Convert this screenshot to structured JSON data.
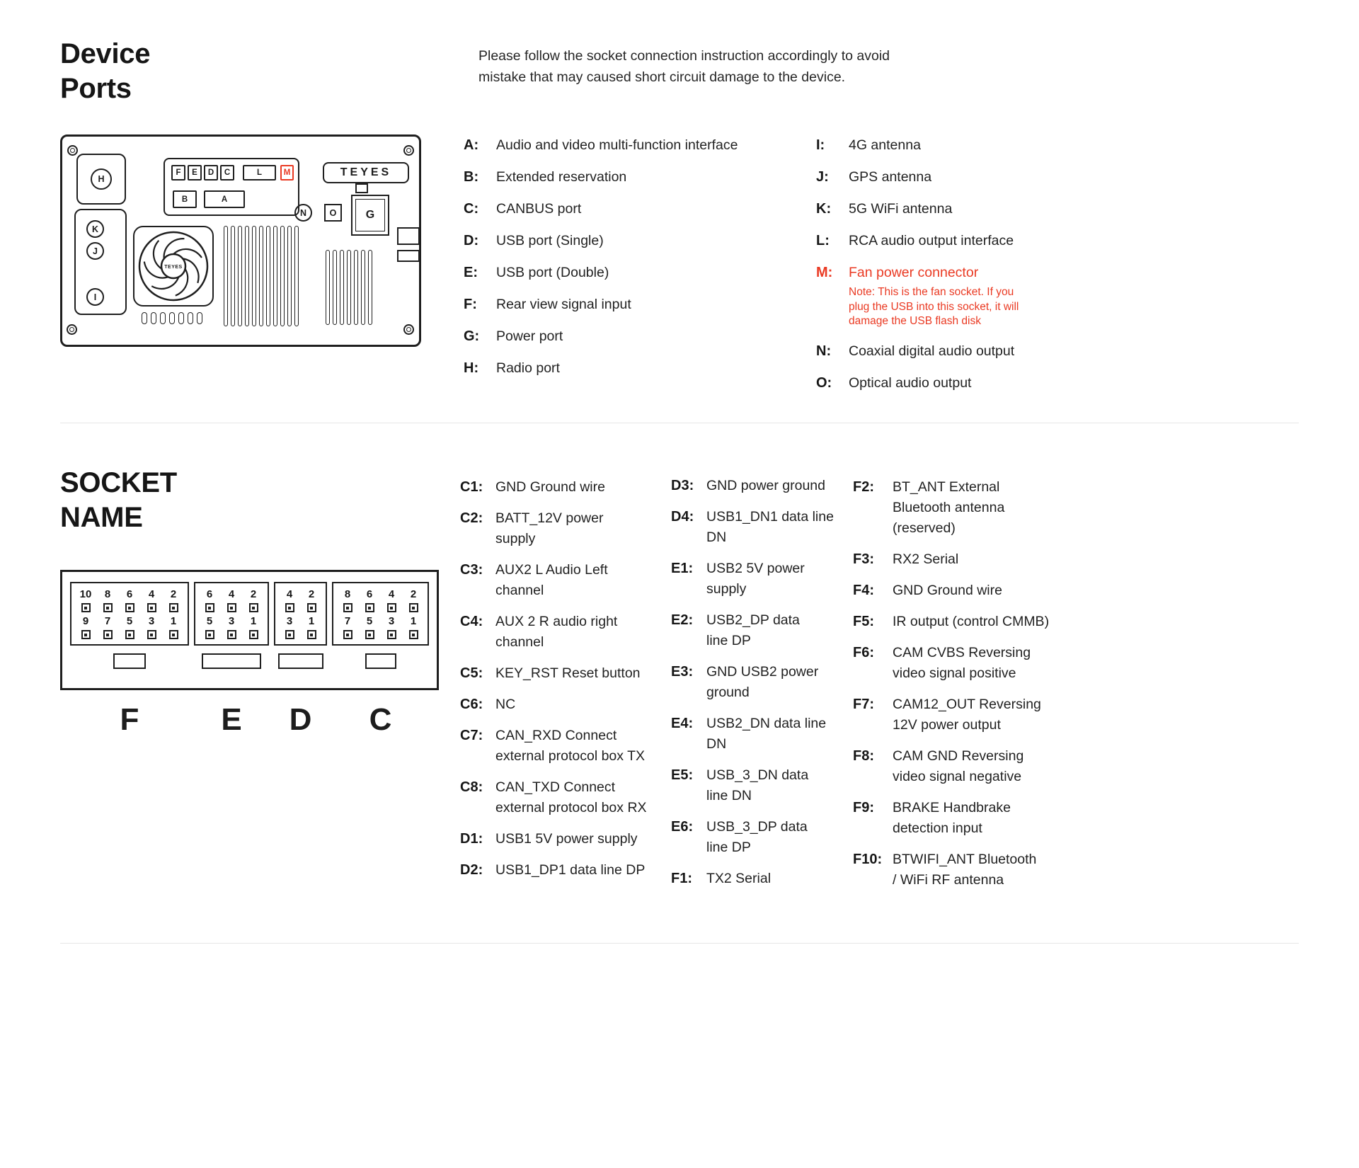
{
  "colors": {
    "accent_red": "#ea3a23"
  },
  "header": {
    "title_line1": "Device",
    "title_line2": "Ports",
    "intro": "Please follow the socket connection instruction accordingly to avoid\nmistake that may caused short circuit damage to the device."
  },
  "device_diagram": {
    "brand": "TEYES",
    "fan_label": "TEYES",
    "labels": {
      "h": "H",
      "k": "K",
      "j": "J",
      "i": "I",
      "f": "F",
      "e": "E",
      "d": "D",
      "c": "C",
      "l": "L",
      "m": "M",
      "b": "B",
      "a": "A",
      "n": "N",
      "o": "O",
      "g": "G"
    }
  },
  "device_ports": {
    "col1": [
      {
        "key": "A:",
        "desc": "Audio and video multi-function interface"
      },
      {
        "key": "B:",
        "desc": "Extended reservation"
      },
      {
        "key": "C:",
        "desc": "CANBUS port"
      },
      {
        "key": "D:",
        "desc": "USB port (Single)"
      },
      {
        "key": "E:",
        "desc": "USB port (Double)"
      },
      {
        "key": "F:",
        "desc": "Rear view signal input"
      },
      {
        "key": "G:",
        "desc": "Power port"
      },
      {
        "key": "H:",
        "desc": "Radio port"
      }
    ],
    "col2": [
      {
        "key": "I:",
        "desc": "4G antenna"
      },
      {
        "key": "J:",
        "desc": "GPS antenna"
      },
      {
        "key": "K:",
        "desc": "5G WiFi antenna"
      },
      {
        "key": "L:",
        "desc": "RCA audio output interface"
      },
      {
        "key": "M:",
        "desc": "Fan power connector",
        "red": true,
        "note": "Note: This is the fan socket. If you\nplug the USB into this socket, it will\ndamage the USB flash disk"
      },
      {
        "key": "N:",
        "desc": "Coaxial digital audio output"
      },
      {
        "key": "O:",
        "desc": "Optical audio output"
      }
    ]
  },
  "socket_section": {
    "title_line1": "SOCKET",
    "title_line2": "NAME"
  },
  "sockets": {
    "connectors": [
      {
        "label": "F",
        "top": [
          "10",
          "8",
          "6",
          "4",
          "2"
        ],
        "bottom": [
          "9",
          "7",
          "5",
          "3",
          "1"
        ]
      },
      {
        "label": "E",
        "top": [
          "6",
          "4",
          "2"
        ],
        "bottom": [
          "5",
          "3",
          "1"
        ]
      },
      {
        "label": "D",
        "top": [
          "4",
          "2"
        ],
        "bottom": [
          "3",
          "1"
        ]
      },
      {
        "label": "C",
        "top": [
          "8",
          "6",
          "4",
          "2"
        ],
        "bottom": [
          "7",
          "5",
          "3",
          "1"
        ]
      }
    ]
  },
  "socket_legend": {
    "col1": [
      {
        "key": "C1:",
        "desc": "GND Ground wire"
      },
      {
        "key": "C2:",
        "desc": "BATT_12V power\nsupply"
      },
      {
        "key": "C3:",
        "desc": "AUX2 L Audio Left\nchannel"
      },
      {
        "key": "C4:",
        "desc": "AUX 2 R audio right\nchannel"
      },
      {
        "key": "C5:",
        "desc": "KEY_RST Reset button"
      },
      {
        "key": "C6:",
        "desc": "NC"
      },
      {
        "key": "C7:",
        "desc": "CAN_RXD Connect\nexternal protocol box TX"
      },
      {
        "key": "C8:",
        "desc": "CAN_TXD Connect\nexternal protocol box RX"
      },
      {
        "key": "D1:",
        "desc": "USB1 5V power supply"
      },
      {
        "key": "D2:",
        "desc": "USB1_DP1 data line DP"
      }
    ],
    "col2": [
      {
        "key": "D3:",
        "desc": "GND power ground"
      },
      {
        "key": "D4:",
        "desc": "USB1_DN1 data line\nDN"
      },
      {
        "key": "E1:",
        "desc": "USB2 5V power\nsupply"
      },
      {
        "key": "E2:",
        "desc": "USB2_DP data\nline DP"
      },
      {
        "key": "E3:",
        "desc": "GND USB2 power\nground"
      },
      {
        "key": "E4:",
        "desc": "USB2_DN data line\nDN"
      },
      {
        "key": "E5:",
        "desc": "USB_3_DN data\nline DN"
      },
      {
        "key": "E6:",
        "desc": "USB_3_DP data\nline DP"
      },
      {
        "key": "F1:",
        "desc": "TX2 Serial"
      }
    ],
    "col3": [
      {
        "key": "F2:",
        "desc": "BT_ANT External\nBluetooth antenna\n(reserved)"
      },
      {
        "key": "F3:",
        "desc": "RX2 Serial"
      },
      {
        "key": "F4:",
        "desc": "GND Ground wire"
      },
      {
        "key": "F5:",
        "desc": "IR output (control CMMB)"
      },
      {
        "key": "F6:",
        "desc": "CAM CVBS Reversing\nvideo signal positive"
      },
      {
        "key": "F7:",
        "desc": "CAM12_OUT Reversing\n12V power output"
      },
      {
        "key": "F8:",
        "desc": "CAM GND Reversing\nvideo signal negative"
      },
      {
        "key": "F9:",
        "desc": "BRAKE Handbrake\ndetection input"
      },
      {
        "key": "F10:",
        "desc": "BTWIFI_ANT Bluetooth\n/ WiFi RF antenna"
      }
    ]
  }
}
